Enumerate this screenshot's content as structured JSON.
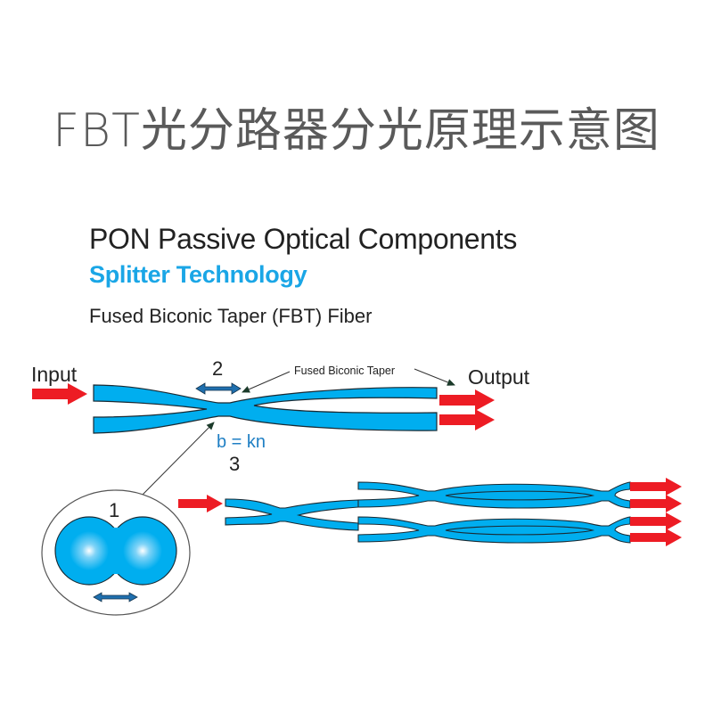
{
  "title": "FBT光分路器分光原理示意图",
  "header": {
    "heading": "PON Passive Optical Components",
    "subheading": "Splitter Technology",
    "caption": "Fused Biconic Taper (FBT) Fiber"
  },
  "diagram": {
    "input_label": "Input",
    "output_label": "Output",
    "taper_label": "Fused Biconic Taper",
    "step_labels": [
      "1",
      "2",
      "3"
    ],
    "formula": "b = kn",
    "colors": {
      "fiber": "#00aeef",
      "fiber_outline": "#1a2a33",
      "arrow_red": "#ed1c24",
      "formula_blue": "#1f7fc4",
      "double_arrow": "#1f6fae",
      "subheading": "#1aa6e6"
    },
    "cascade_outputs": 4,
    "single_stage_outputs": 2
  }
}
